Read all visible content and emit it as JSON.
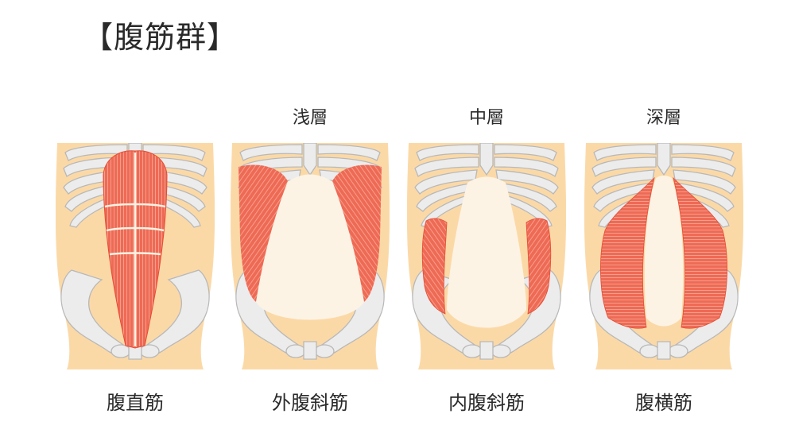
{
  "title": "【腹筋群】",
  "panels": [
    {
      "layer": "",
      "muscle": "腹直筋"
    },
    {
      "layer": "浅層",
      "muscle": "外腹斜筋"
    },
    {
      "layer": "中層",
      "muscle": "内腹斜筋"
    },
    {
      "layer": "深層",
      "muscle": "腹横筋"
    }
  ],
  "colors": {
    "skin": "#fbd9a7",
    "bone": "#ececec",
    "bone_outline": "#b8b8b8",
    "muscle": "#ee6a55",
    "muscle_dark": "#e84a32",
    "fascia": "#fdf3e4"
  }
}
